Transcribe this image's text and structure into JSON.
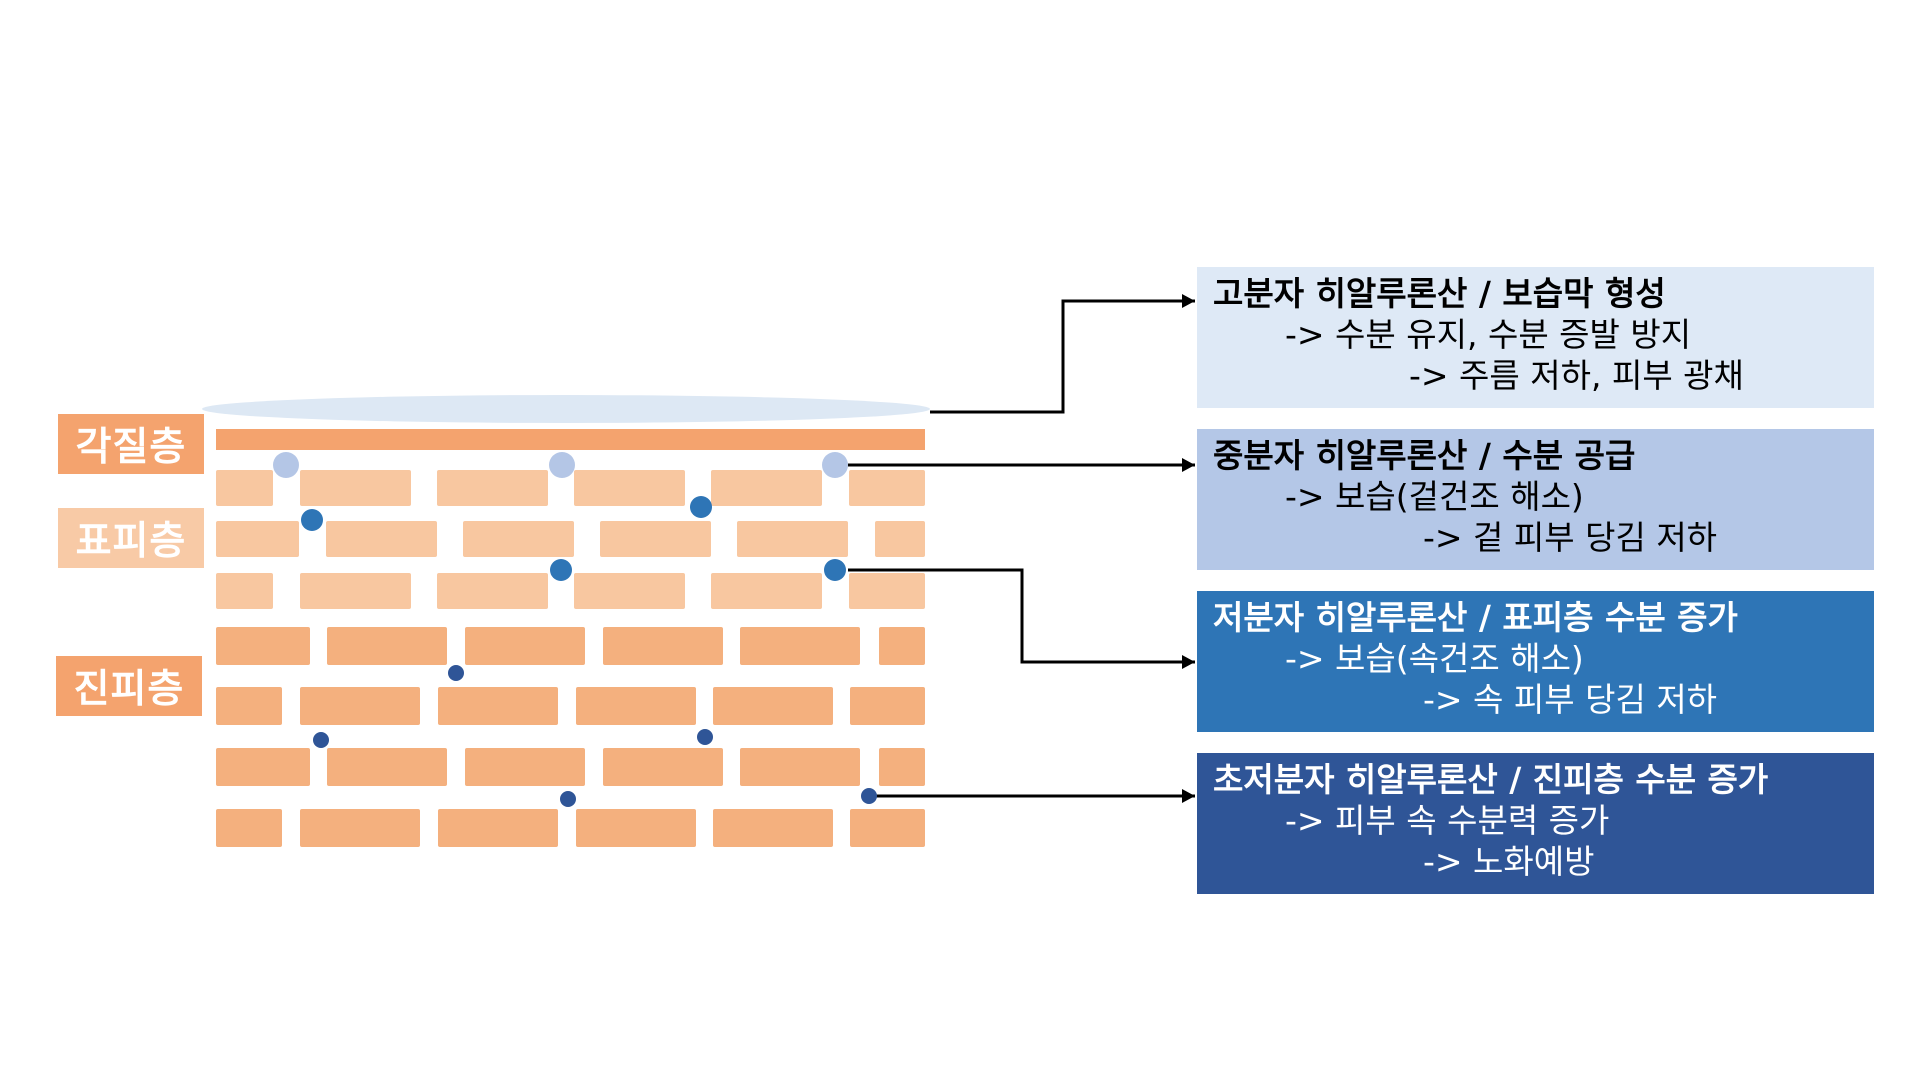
{
  "layers": {
    "stratum_corneum": {
      "label": "각질층",
      "color": "#f4a36e"
    },
    "epidermis": {
      "label": "표피층",
      "color": "#f8caa6"
    },
    "dermis": {
      "label": "진피층",
      "color": "#f4a36e"
    }
  },
  "colors": {
    "film": "#dde8f4",
    "corneum_band": "#f4a36e",
    "epidermis_brick": "#f8c7a0",
    "dermis_brick": "#f4b07e",
    "dot_high": "#b4c6e6",
    "dot_mid": "#2e75b6",
    "dot_low": "#2f5597",
    "arrow": "#000000"
  },
  "boxes": [
    {
      "id": "high",
      "bg": "#dee9f6",
      "text_color": "#000000",
      "title": "고분자 히알루론산 / 보습막 형성",
      "line1": "-> 수분 유지, 수분 증발 방지",
      "line2": "-> 주름 저하, 피부 광채"
    },
    {
      "id": "mid",
      "bg": "#b4c7e7",
      "text_color": "#000000",
      "title": "중분자 히알루론산 / 수분 공급",
      "line1": "-> 보습(겉건조 해소)",
      "line2": "-> 겉 피부 당김 저하"
    },
    {
      "id": "low",
      "bg": "#2e75b6",
      "text_color": "#ffffff",
      "title": "저분자 히알루론산 / 표피층 수분 증가",
      "line1": "-> 보습(속건조 해소)",
      "line2": "-> 속 피부 당김 저하"
    },
    {
      "id": "ultra",
      "bg": "#2f5597",
      "text_color": "#ffffff",
      "title": "초저분자 히알루론산 / 진피층 수분 증가",
      "line1": "-> 피부 속 수분력 증가",
      "line2": "-> 노화예방"
    }
  ]
}
